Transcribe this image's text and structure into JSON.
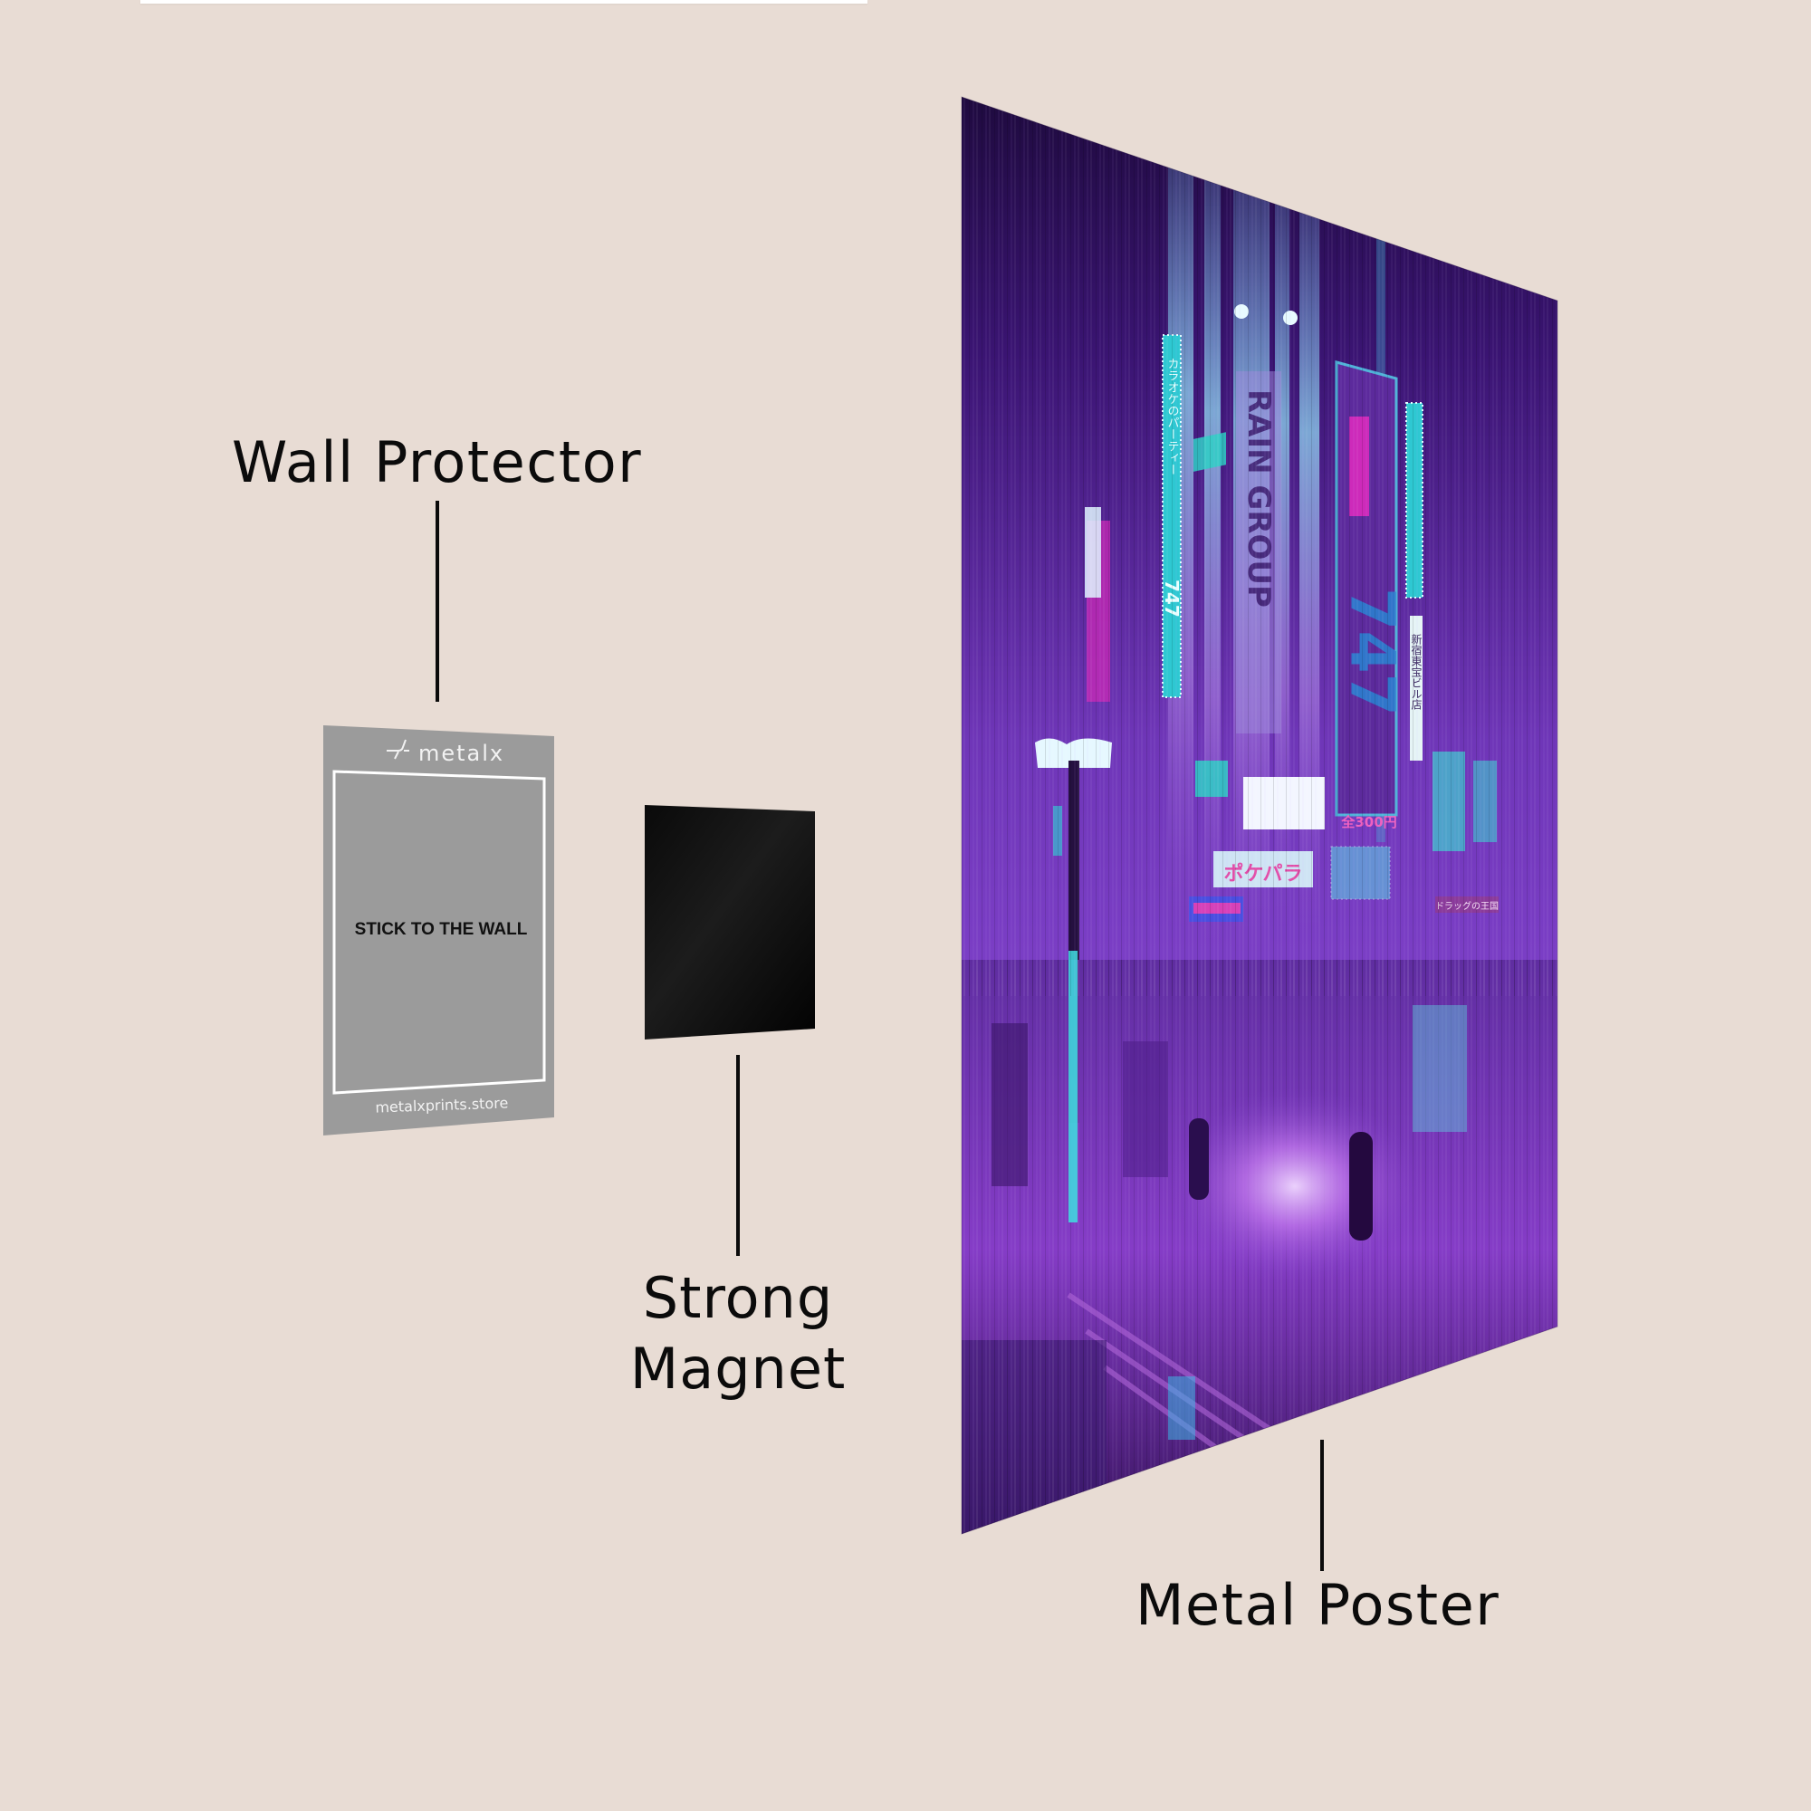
{
  "labels": {
    "wall_protector": "Wall Protector",
    "strong_magnet": "Strong Magnet",
    "metal_poster": "Metal Poster"
  },
  "wall_protector": {
    "brand": "metalx",
    "logo_icon": "metalx-logo-icon",
    "center_text": "STICK TO THE WALL",
    "footer_text": "metalxprints.store",
    "color": "#9B9B9B"
  },
  "magnet": {
    "color": "#050505"
  },
  "poster": {
    "signs": {
      "building_text": "RAIN GROUP",
      "left_neon_jp": "カラオケのパーティー",
      "left_neon_number": "747",
      "big_number": "747",
      "price_tag": "全300円",
      "right_banner_jp": "新宿東宝ビル店",
      "shop_sign": "ポケパラ",
      "drug_store": "ドラッグの王国"
    },
    "colors": {
      "deep_purple": "#2A0E55",
      "violet": "#7A3DC2",
      "magenta": "#E02AC0",
      "cyan": "#3EE0E0",
      "pale_cyan": "#BFF4F7"
    }
  },
  "background_color": "#E8DCD4"
}
